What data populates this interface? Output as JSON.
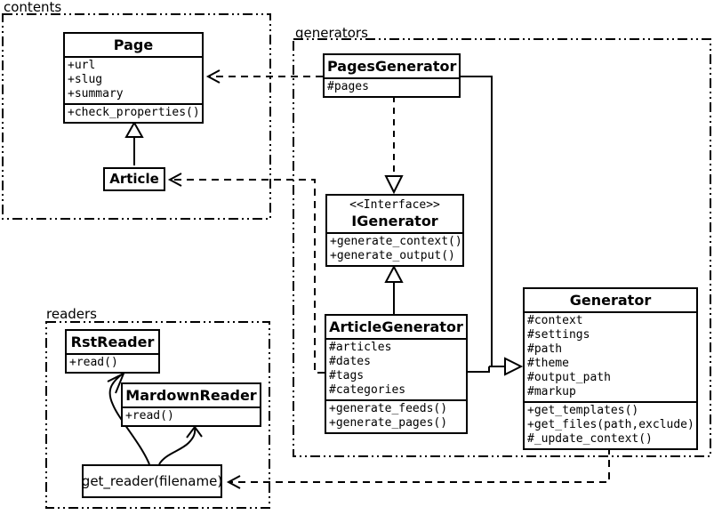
{
  "colors": {
    "line": "#000000",
    "background": "#ffffff",
    "box_fill": "#ffffff"
  },
  "packages": {
    "contents": {
      "label": "contents"
    },
    "generators": {
      "label": "generators"
    },
    "readers": {
      "label": "readers"
    }
  },
  "classes": {
    "page": {
      "name": "Page",
      "attributes": [
        "+url",
        "+slug",
        "+summary"
      ],
      "methods": [
        "+check_properties()"
      ]
    },
    "article": {
      "name": "Article"
    },
    "pages_generator": {
      "name": "PagesGenerator",
      "attributes": [
        "#pages"
      ]
    },
    "igenerator": {
      "stereotype": "<<Interface>>",
      "name": "IGenerator",
      "methods": [
        "+generate_context()",
        "+generate_output()"
      ]
    },
    "article_generator": {
      "name": "ArticleGenerator",
      "attributes": [
        "#articles",
        "#dates",
        "#tags",
        "#categories"
      ],
      "methods": [
        "+generate_feeds()",
        "+generate_pages()"
      ]
    },
    "generator": {
      "name": "Generator",
      "attributes": [
        "#context",
        "#settings",
        "#path",
        "#theme",
        "#output_path",
        "#markup"
      ],
      "methods": [
        "+get_templates()",
        "+get_files(path,exclude)",
        "#_update_context()"
      ]
    },
    "rst_reader": {
      "name": "RstReader",
      "methods": [
        "+read()"
      ]
    },
    "mardown_reader": {
      "name": "MardownReader",
      "methods": [
        "+read()"
      ]
    },
    "get_reader": {
      "label": "get_reader(filename)"
    }
  },
  "relations": {
    "article_extends_page": "generalization",
    "pagesgenerator_uses_page": "dependency",
    "articlegenerator_uses_article": "dependency",
    "pagesgenerator_realizes_igenerator": "realization",
    "articlegenerator_extends_igenerator": "generalization",
    "generators_extend_generator": "generalization",
    "generator_uses_get_reader": "dependency",
    "get_reader_returns_rstreader": "flow",
    "get_reader_returns_mardownreader": "flow"
  }
}
